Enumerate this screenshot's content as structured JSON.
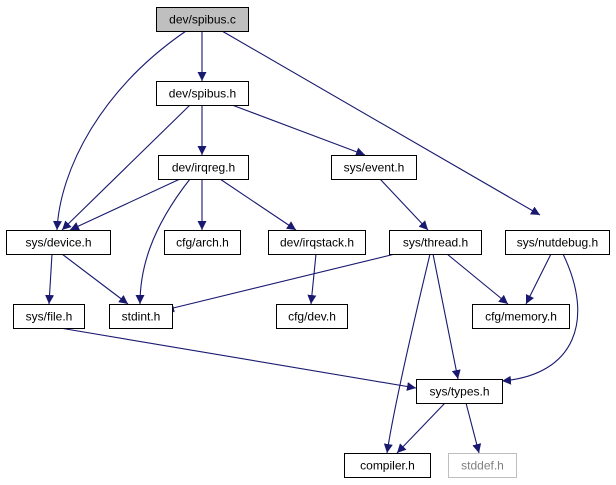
{
  "diagram": {
    "edge_color": "#191970",
    "root_fill": "#bfbfbf",
    "nodes": [
      {
        "id": "spibus_c",
        "label": "dev/spibus.c",
        "kind": "root"
      },
      {
        "id": "spibus_h",
        "label": "dev/spibus.h",
        "kind": "normal"
      },
      {
        "id": "irqreg_h",
        "label": "dev/irqreg.h",
        "kind": "normal"
      },
      {
        "id": "event_h",
        "label": "sys/event.h",
        "kind": "normal"
      },
      {
        "id": "device_h",
        "label": "sys/device.h",
        "kind": "normal"
      },
      {
        "id": "arch_h",
        "label": "cfg/arch.h",
        "kind": "normal"
      },
      {
        "id": "irqstack_h",
        "label": "dev/irqstack.h",
        "kind": "normal"
      },
      {
        "id": "thread_h",
        "label": "sys/thread.h",
        "kind": "normal"
      },
      {
        "id": "nutdebug_h",
        "label": "sys/nutdebug.h",
        "kind": "normal"
      },
      {
        "id": "file_h",
        "label": "sys/file.h",
        "kind": "normal"
      },
      {
        "id": "stdint_h",
        "label": "stdint.h",
        "kind": "normal"
      },
      {
        "id": "dev_h",
        "label": "cfg/dev.h",
        "kind": "normal"
      },
      {
        "id": "memory_h",
        "label": "cfg/memory.h",
        "kind": "normal"
      },
      {
        "id": "types_h",
        "label": "sys/types.h",
        "kind": "normal"
      },
      {
        "id": "compiler_h",
        "label": "compiler.h",
        "kind": "normal"
      },
      {
        "id": "stddef_h",
        "label": "stddef.h",
        "kind": "missing"
      }
    ],
    "edges": [
      {
        "from": "spibus_c",
        "to": "spibus_h"
      },
      {
        "from": "spibus_c",
        "to": "device_h"
      },
      {
        "from": "spibus_c",
        "to": "nutdebug_h"
      },
      {
        "from": "spibus_h",
        "to": "irqreg_h"
      },
      {
        "from": "spibus_h",
        "to": "event_h"
      },
      {
        "from": "spibus_h",
        "to": "device_h"
      },
      {
        "from": "irqreg_h",
        "to": "device_h"
      },
      {
        "from": "irqreg_h",
        "to": "arch_h"
      },
      {
        "from": "irqreg_h",
        "to": "irqstack_h"
      },
      {
        "from": "irqreg_h",
        "to": "stdint_h"
      },
      {
        "from": "event_h",
        "to": "thread_h"
      },
      {
        "from": "device_h",
        "to": "file_h"
      },
      {
        "from": "device_h",
        "to": "stdint_h"
      },
      {
        "from": "irqstack_h",
        "to": "dev_h"
      },
      {
        "from": "thread_h",
        "to": "stdint_h"
      },
      {
        "from": "thread_h",
        "to": "memory_h"
      },
      {
        "from": "thread_h",
        "to": "types_h"
      },
      {
        "from": "thread_h",
        "to": "compiler_h"
      },
      {
        "from": "nutdebug_h",
        "to": "memory_h"
      },
      {
        "from": "nutdebug_h",
        "to": "types_h"
      },
      {
        "from": "file_h",
        "to": "types_h"
      },
      {
        "from": "types_h",
        "to": "compiler_h"
      },
      {
        "from": "types_h",
        "to": "stddef_h"
      }
    ]
  }
}
